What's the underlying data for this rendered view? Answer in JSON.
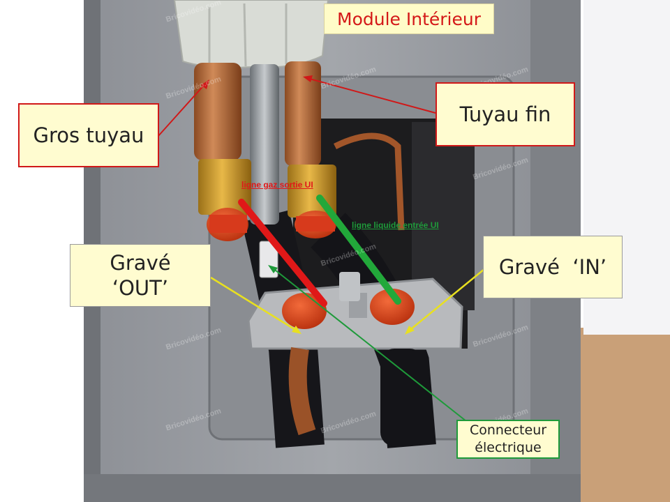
{
  "title": "Module Intérieur",
  "callouts": {
    "gros_tuyau": "Gros tuyau",
    "tuyau_fin": "Tuyau fin",
    "grave_out_1": "Gravé",
    "grave_out_2": "‘OUT’",
    "grave_in": "Gravé  ‘IN’",
    "connecteur_1": "Connecteur",
    "connecteur_2": "électrique"
  },
  "line_labels": {
    "gaz": "ligne gaz sortie UI",
    "liquide": "ligne liquide entrée UI"
  },
  "watermark": "Bricovidéo.com",
  "colors": {
    "red_accent": "#d01818",
    "green_accent": "#1e9a3a",
    "yellow_arrow": "#e8e020",
    "callout_fill": "#fffcd0"
  }
}
